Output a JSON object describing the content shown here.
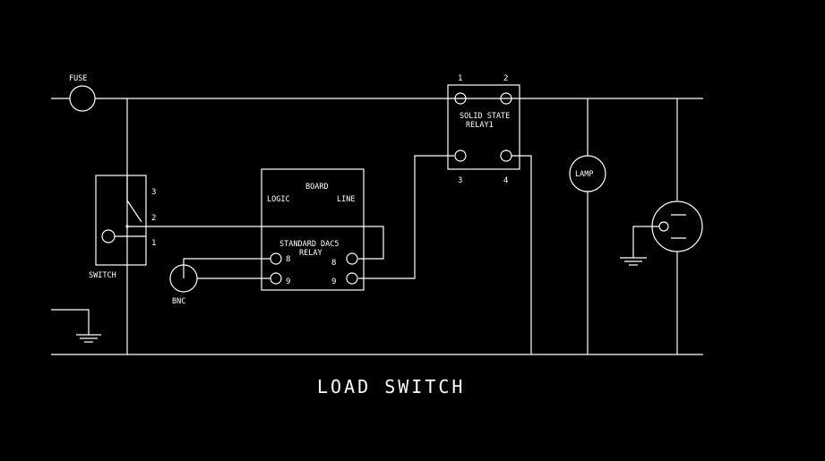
{
  "title": "LOAD SWITCH",
  "colors": {
    "background": "#000000",
    "line": "#ffffff"
  },
  "labels": {
    "fuse": "FUSE",
    "switch": "SWITCH",
    "bnc": "BNC",
    "lamp": "LAMP",
    "board": "BOARD",
    "logic": "LOGIC",
    "line": "LINE",
    "dac_relay_1": "STANDARD DAC5",
    "dac_relay_2": "RELAY",
    "ssr_1": "SOLID STATE",
    "ssr_2": "RELAY1"
  },
  "switch_pins": {
    "p3": "3",
    "p2": "2",
    "p1": "1"
  },
  "dac_pins": {
    "left8": "8",
    "left9": "9",
    "right8": "8",
    "right9": "9"
  },
  "ssr_pins": {
    "p1": "1",
    "p2": "2",
    "p3": "3",
    "p4": "4"
  }
}
